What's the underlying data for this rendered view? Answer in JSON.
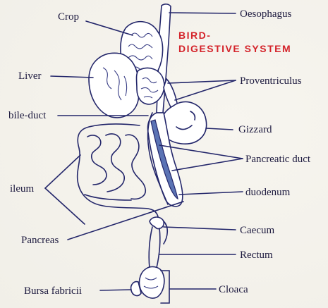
{
  "title": {
    "line1": "BIRD-",
    "line2": "DIGESTIVE SYSTEM",
    "color": "#d4232a"
  },
  "labels": {
    "crop": "Crop",
    "oesophagus": "Oesophagus",
    "liver": "Liver",
    "proventriculus": "Proventriculus",
    "bile_duct": "bile-duct",
    "gizzard": "Gizzard",
    "pancreatic_duct": "Pancreatic duct",
    "ileum": "ileum",
    "duodenum": "duodenum",
    "pancreas": "Pancreas",
    "caecum": "Caecum",
    "rectum": "Rectum",
    "bursa_fabricii": "Bursa fabricii",
    "cloaca": "Cloaca"
  },
  "colors": {
    "ink": "#23266a",
    "pancreas_fill": "#5b73b4"
  }
}
